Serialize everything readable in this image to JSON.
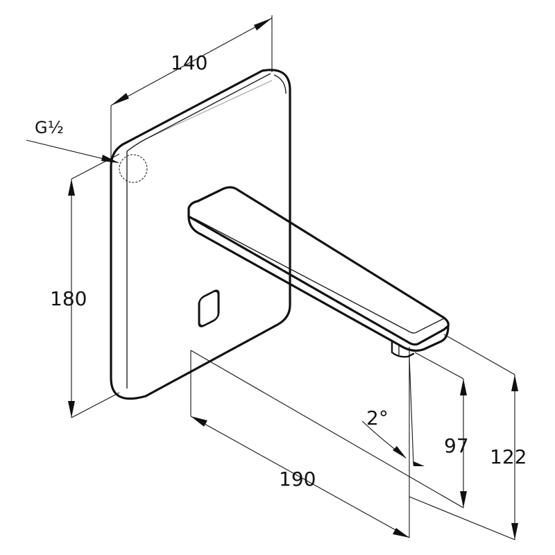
{
  "drawing": {
    "dimensions": {
      "width_label": "140",
      "height_label": "180",
      "depth_label": "190",
      "outlet_height_label": "97",
      "spout_height_label": "122",
      "angle_label": "2°",
      "thread_label": "G½"
    }
  }
}
